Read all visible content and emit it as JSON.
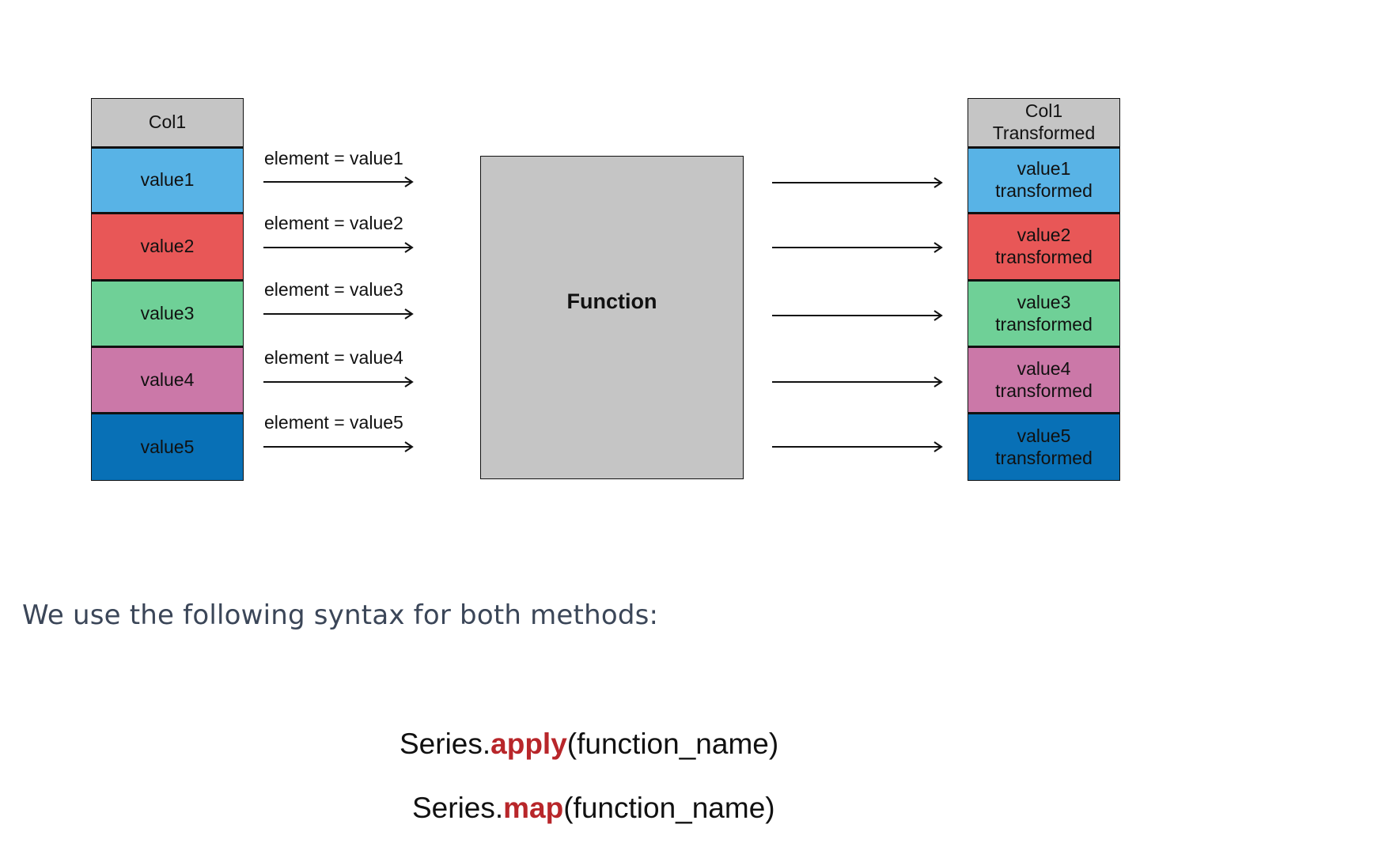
{
  "input_column": {
    "header": "Col1",
    "rows": [
      {
        "label": "value1",
        "color": "#58b3e6"
      },
      {
        "label": "value2",
        "color": "#e85757"
      },
      {
        "label": "value3",
        "color": "#6fd097"
      },
      {
        "label": "value4",
        "color": "#cb78a8"
      },
      {
        "label": "value5",
        "color": "#0870b6"
      }
    ]
  },
  "arrow_labels": [
    "element = value1",
    "element = value2",
    "element = value3",
    "element = value4",
    "element = value5"
  ],
  "function_box": {
    "label": "Function",
    "color": "#c5c5c5"
  },
  "output_column": {
    "header_line1": "Col1",
    "header_line2": "Transformed",
    "rows": [
      {
        "line1": "value1",
        "line2": "transformed",
        "color": "#58b3e6"
      },
      {
        "line1": "value2",
        "line2": "transformed",
        "color": "#e85757"
      },
      {
        "line1": "value3",
        "line2": "transformed",
        "color": "#6fd097"
      },
      {
        "line1": "value4",
        "line2": "transformed",
        "color": "#cb78a8"
      },
      {
        "line1": "value5",
        "line2": "transformed",
        "color": "#0870b6"
      }
    ]
  },
  "intro_text": "We use the following syntax for both methods:",
  "syntax": [
    {
      "prefix": "Series.",
      "method": "apply",
      "suffix": "(function_name)"
    },
    {
      "prefix": "Series.",
      "method": "map",
      "suffix": "(function_name)"
    }
  ],
  "method_color": "#b8262a"
}
